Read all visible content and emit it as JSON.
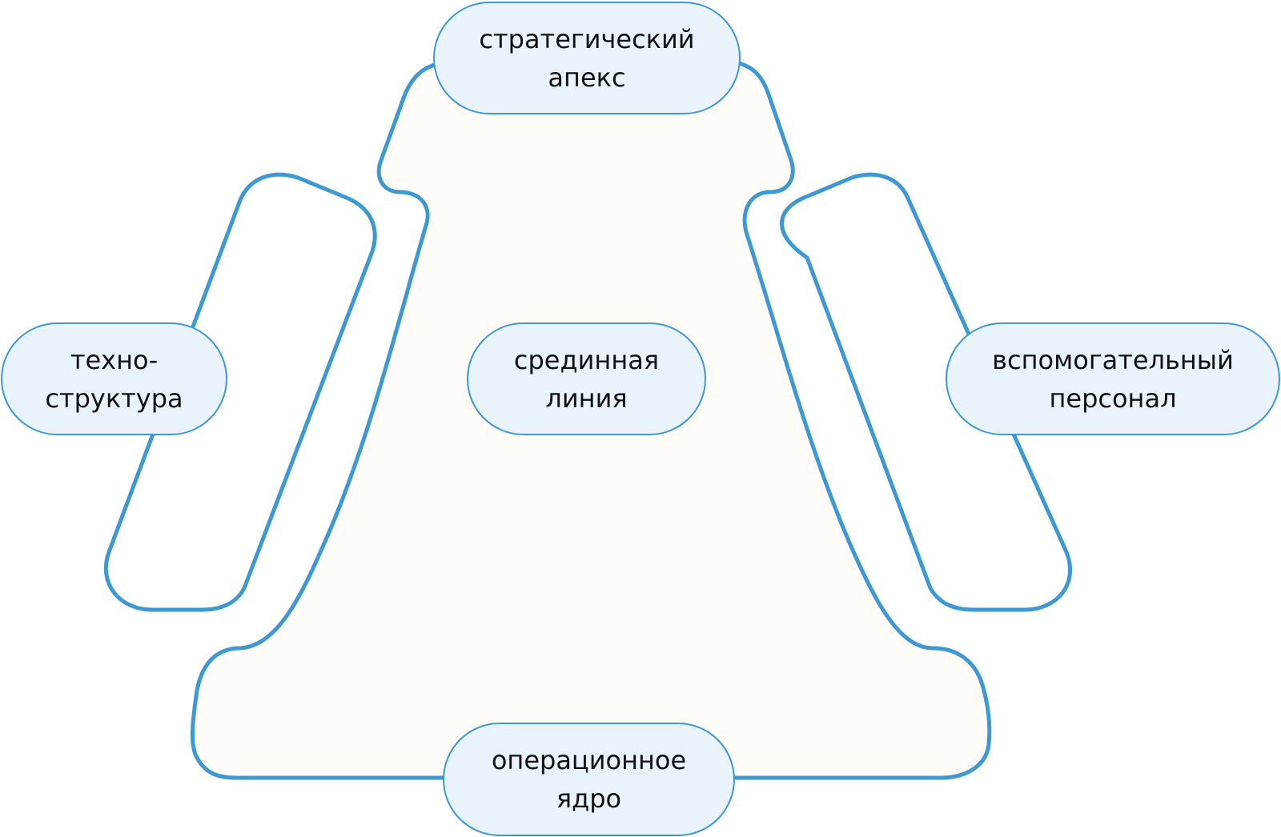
{
  "diagram": {
    "title": "",
    "colors": {
      "stroke": "#3d98d4",
      "node_fill": "#e9f3fc",
      "core_fill": "#fefbf8",
      "text": "#111111",
      "background": "#ffffff"
    },
    "nodes": {
      "strategic_apex": {
        "line1": "стратегический",
        "line2": "апекс"
      },
      "technostructure": {
        "line1": "техно-",
        "line2": "структура"
      },
      "middle_line": {
        "line1": "срединная",
        "line2": "линия"
      },
      "support_staff": {
        "line1": "вспомогательный",
        "line2": "персонал"
      },
      "operating_core": {
        "line1": "операционное",
        "line2": "ядро"
      }
    }
  }
}
